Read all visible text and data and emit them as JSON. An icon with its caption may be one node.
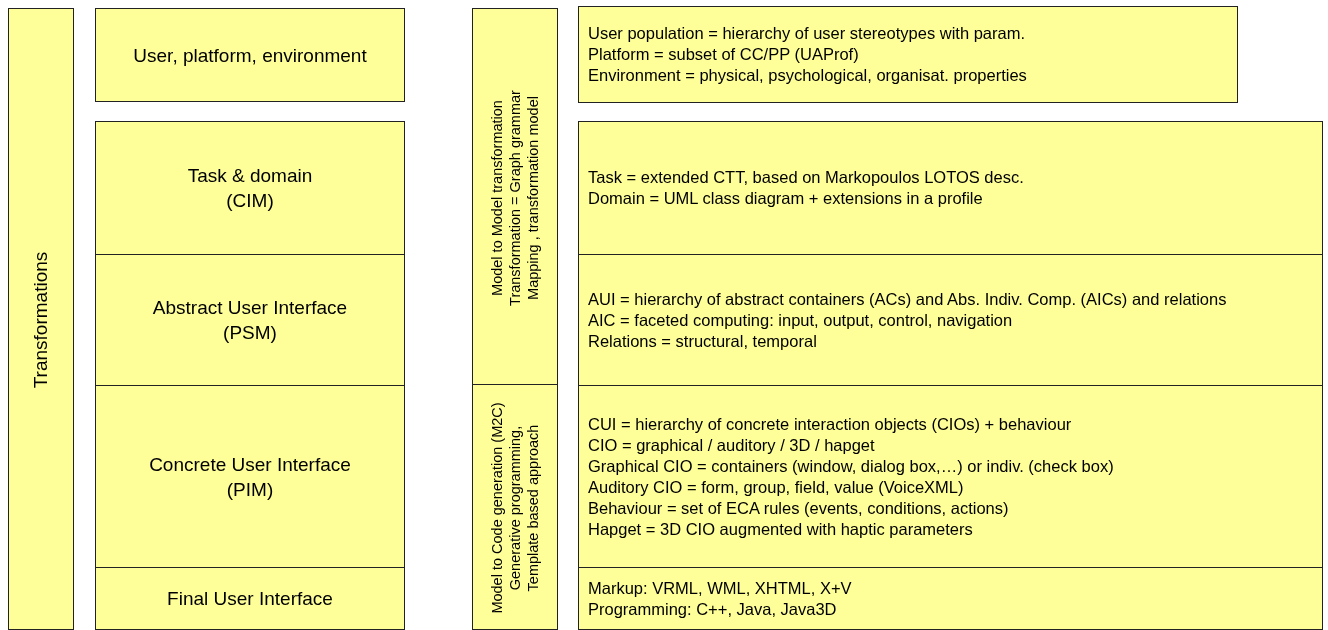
{
  "diagram": {
    "nodes": [
      {
        "text": [
          "Transformations"
        ]
      },
      {
        "text": [
          "User, platform, environment"
        ]
      },
      {
        "text": [
          "Task & domain",
          "(CIM)"
        ]
      },
      {
        "text": [
          "Abstract User Interface",
          "(PSM)"
        ]
      },
      {
        "text": [
          "Concrete User Interface",
          "(PIM)"
        ]
      },
      {
        "text": [
          "Final User Interface"
        ]
      },
      {
        "text": [
          "Model to Model transformation",
          "Transformation = Graph grammar",
          "Mapping , transformation model"
        ]
      },
      {
        "text": [
          "Model to Code generation (M2C)",
          "Generative programming,",
          "Template based approach"
        ]
      },
      {
        "text": [
          "User population = hierarchy of user stereotypes with param.",
          "Platform = subset of CC/PP (UAProf)",
          "Environment = physical, psychological, organisat. properties"
        ]
      },
      {
        "text": [
          "Task = extended CTT, based on Markopoulos LOTOS desc.",
          "Domain = UML class diagram + extensions in a profile"
        ]
      },
      {
        "text": [
          "AUI = hierarchy of abstract containers (ACs) and Abs. Indiv. Comp. (AICs) and relations",
          "AIC = faceted computing: input, output, control, navigation",
          "Relations = structural, temporal"
        ]
      },
      {
        "text": [
          "CUI = hierarchy of concrete interaction objects (CIOs) + behaviour",
          "CIO = graphical / auditory / 3D / hapget",
          "Graphical CIO = containers (window, dialog box,…) or indiv. (check box)",
          "Auditory CIO = form, group, field, value (VoiceXML)",
          "Behaviour = set of ECA rules (events, conditions, actions)",
          "Hapget = 3D CIO augmented with haptic parameters"
        ]
      },
      {
        "text": [
          "Markup: VRML, WML, XHTML, X+V",
          "Programming: C++, Java, Java3D"
        ]
      }
    ]
  }
}
